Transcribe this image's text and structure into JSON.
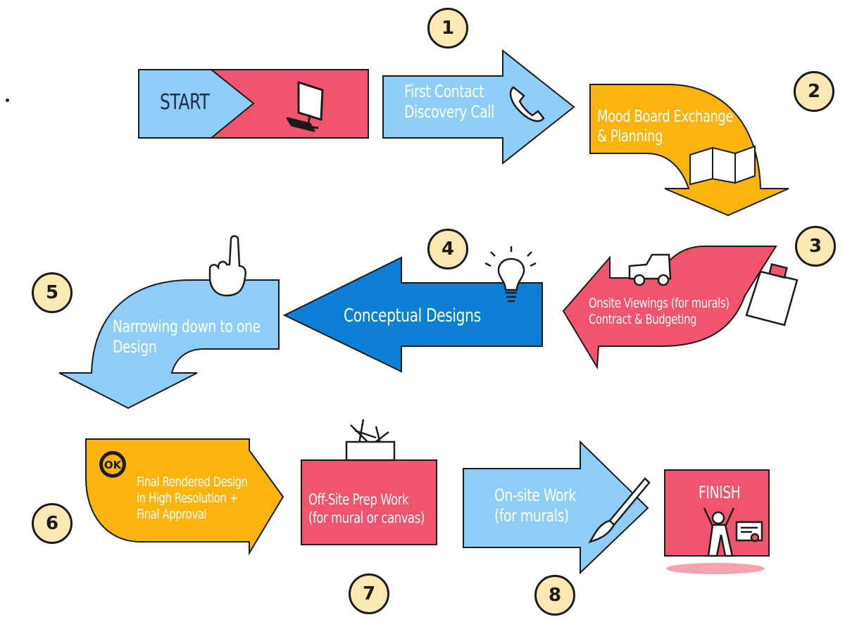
{
  "colors": {
    "light_blue": "#8ecdf8",
    "pink": "#f2546e",
    "yellow": "#fbb30e",
    "dark_blue": "#0e7fd6",
    "badge_fill": "#fbe8b2",
    "outline": "#1b1b1b"
  },
  "steps": [
    {
      "number": "1"
    },
    {
      "number": "2"
    },
    {
      "number": "3"
    },
    {
      "number": "4"
    },
    {
      "number": "5"
    },
    {
      "number": "6"
    },
    {
      "number": "7"
    },
    {
      "number": "8"
    }
  ],
  "labels": {
    "start": "START",
    "first_contact": [
      "First Contact",
      "Discovery Call"
    ],
    "mood_board": [
      "Mood Board Exchange",
      "& Planning"
    ],
    "onsite_viewings": [
      "Onsite Viewings (for murals)",
      "Contract & Budgeting"
    ],
    "conceptual": "Conceptual Designs",
    "narrowing": [
      "Narrowing down to one",
      "Design"
    ],
    "final_rendered": [
      "Final Rendered Design",
      "in High Resolution +",
      "Final Approval"
    ],
    "offsite_prep": [
      "Off-Site Prep Work",
      "(for mural or canvas)"
    ],
    "onsite_work": [
      "On-site Work",
      "(for murals)"
    ],
    "finish": "FINISH",
    "ok_badge": "OK"
  },
  "icons": [
    "computer-icon",
    "phone-icon",
    "map-icon",
    "car-icon",
    "clipboard-icon",
    "lightbulb-icon",
    "pointing-hand-icon",
    "ok-badge-icon",
    "toolbox-icon",
    "paintbrush-icon",
    "person-celebrating-icon",
    "certificate-icon"
  ]
}
